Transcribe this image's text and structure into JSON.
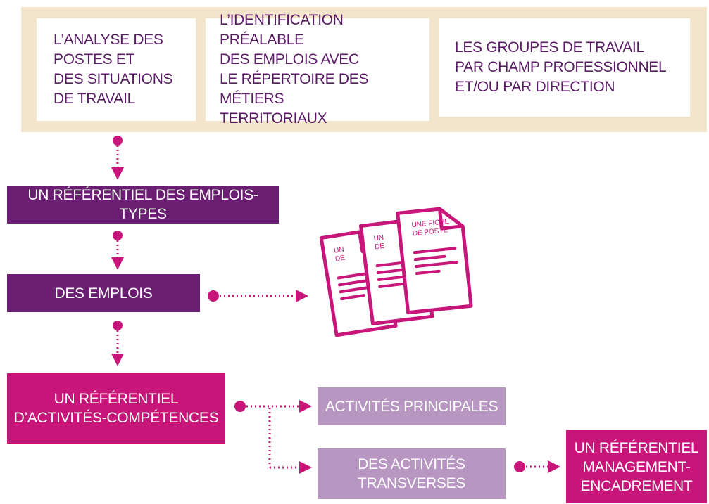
{
  "colors": {
    "band": "#f3e4cc",
    "purple": "#6b1f73",
    "magenta": "#c8157a",
    "lilac": "#b796c1",
    "card_text": "#5a1a66"
  },
  "sources": [
    {
      "text": "L’ANALYSE DES\nPOSTES ET\nDES SITUATIONS\nDE TRAVAIL"
    },
    {
      "text": "L’IDENTIFICATION PRÉALABLE\nDES EMPLOIS AVEC\nLE RÉPERTOIRE DES MÉTIERS\nTERRITORIAUX"
    },
    {
      "text": "LES GROUPES DE TRAVAIL\nPAR CHAMP PROFESSIONNEL\nET/OU PAR DIRECTION"
    }
  ],
  "boxes": {
    "referentiel_emplois": "UN RÉFÉRENTIEL DES EMPLOIS-TYPES",
    "emplois": "DES EMPLOIS",
    "referentiel_activites": "UN RÉFÉRENTIEL\nD’ACTIVITÉS-COMPÉTENCES",
    "activites_principales": "ACTIVITÉS PRINCIPALES",
    "activites_transverses": "DES ACTIVITÉS\nTRANSVERSES",
    "referentiel_management": "UN RÉFÉRENTIEL\nMANAGEMENT-\nENCADREMENT"
  },
  "doc": {
    "front_line1": "UNE FICHE",
    "front_line2": "DE POSTE",
    "back_line1": "UN",
    "back_line2": "DE"
  },
  "icons": [
    "document-icon",
    "dotted-arrow-icon"
  ]
}
